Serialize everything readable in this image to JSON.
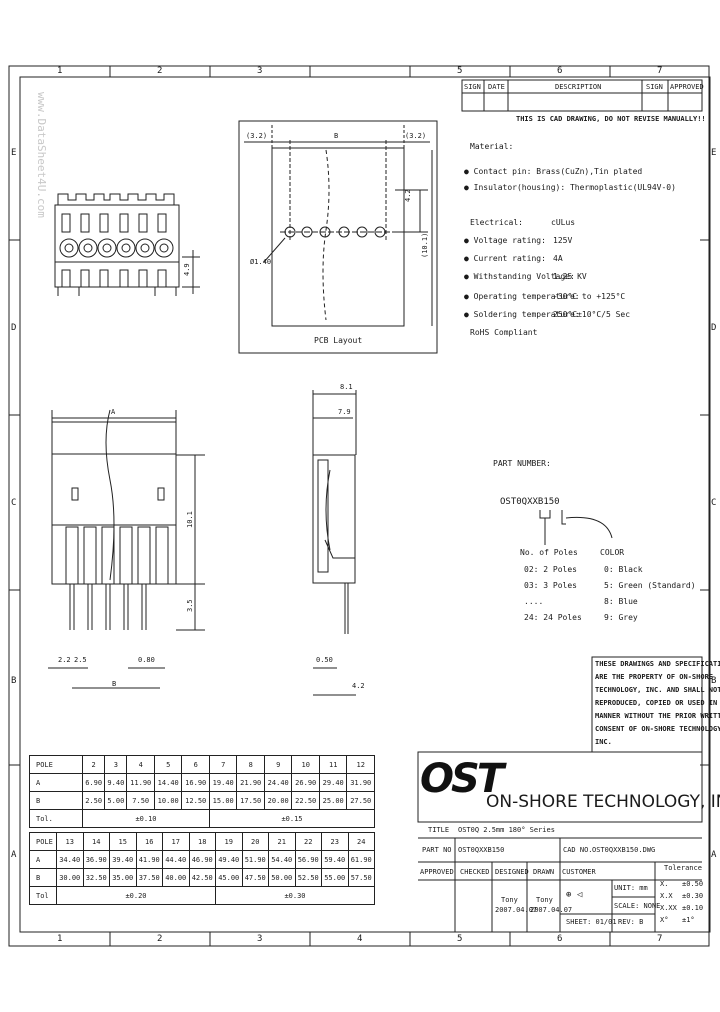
{
  "frame": {
    "col_labels": [
      "1",
      "2",
      "3",
      "4",
      "5",
      "6",
      "7"
    ],
    "row_labels": [
      "E",
      "D",
      "C",
      "B",
      "A"
    ],
    "watermark": "www.DataSheet4U.com"
  },
  "revision_table": {
    "headers": [
      "SIGN",
      "DATE",
      "DESCRIPTION",
      "SIGN",
      "APPROVED"
    ]
  },
  "notice": "THIS IS CAD DRAWING, DO NOT REVISE MANUALLY!!",
  "material": {
    "heading": "Material:",
    "contact": "Contact pin: Brass(CuZn),Tin plated",
    "insulator": "Insulator(housing): Thermoplastic(UL94V-0)"
  },
  "electrical": {
    "heading": "Electrical:",
    "heading_value": "cULus",
    "rows": [
      {
        "label": "Voltage rating:",
        "value": "125V"
      },
      {
        "label": "Current rating:",
        "value": "4A"
      },
      {
        "label": "Withstanding Voltage:",
        "value": "1.25 KV"
      },
      {
        "label": "Operating temperature:",
        "value": "-30°C to +125°C"
      },
      {
        "label": "Soldering temperature:",
        "value": "250°C±10°C/5 Sec"
      }
    ],
    "rohs": "RoHS Compliant"
  },
  "pcb": {
    "caption": "PCB Layout",
    "dim_left": "(3.2)",
    "dim_b": "B",
    "dim_right": "(3.2)",
    "dim_42": "4.2",
    "dim_101": "(10.1)",
    "dim_hole": "Ø1.40"
  },
  "front_dims": {
    "a": "A",
    "h101": "10.1",
    "h35": "3.5",
    "p22": "2.2",
    "p25": "2.5",
    "w080": "0.80",
    "b": "B",
    "h49": "4.9"
  },
  "side_dims": {
    "w81": "8.1",
    "w79": "7.9",
    "w050": "0.50",
    "w42": "4.2"
  },
  "part_number": {
    "heading": "PART NUMBER:",
    "code": "OST0QXXB150",
    "poles_heading": "No. of Poles",
    "poles": [
      "02: 2 Poles",
      "03: 3 Poles",
      "....",
      "24: 24 Poles"
    ],
    "color_heading": "COLOR",
    "colors": [
      "0: Black",
      "5: Green (Standard)",
      "8: Blue",
      "9: Grey"
    ]
  },
  "disclaimer": [
    "THESE DRAWINGS AND SPECIFICATIONS",
    "ARE THE PROPERTY OF ON-SHORE",
    "TECHNOLOGY, INC. AND SHALL NOT BE",
    "REPRODUCED, COPIED OR USED IN ANY",
    "MANNER WITHOUT THE PRIOR WRITTEN",
    "CONSENT OF ON-SHORE TECHNOLOGY,",
    "INC."
  ],
  "dim_table": {
    "rows_top": [
      [
        "POLE",
        "2",
        "3",
        "4",
        "5",
        "6",
        "7",
        "8",
        "9",
        "10",
        "11",
        "12"
      ],
      [
        "A",
        "6.90",
        "9.40",
        "11.90",
        "14.40",
        "16.90",
        "19.40",
        "21.90",
        "24.40",
        "26.90",
        "29.40",
        "31.90"
      ],
      [
        "B",
        "2.50",
        "5.00",
        "7.50",
        "10.00",
        "12.50",
        "15.00",
        "17.50",
        "20.00",
        "22.50",
        "25.00",
        "27.50"
      ],
      [
        "Tol.",
        "±0.10",
        "±0.15"
      ]
    ],
    "rows_bottom": [
      [
        "POLE",
        "13",
        "14",
        "15",
        "16",
        "17",
        "18",
        "19",
        "20",
        "21",
        "22",
        "23",
        "24"
      ],
      [
        "A",
        "34.40",
        "36.90",
        "39.40",
        "41.90",
        "44.40",
        "46.90",
        "49.40",
        "51.90",
        "54.40",
        "56.90",
        "59.40",
        "61.90"
      ],
      [
        "B",
        "30.00",
        "32.50",
        "35.00",
        "37.50",
        "40.00",
        "42.50",
        "45.00",
        "47.50",
        "50.00",
        "52.50",
        "55.00",
        "57.50"
      ],
      [
        "Tol",
        "±0.20",
        "±0.30"
      ]
    ]
  },
  "title_block": {
    "company": "ON-SHORE TECHNOLOGY, INC.",
    "logo_text": "OST",
    "title_label": "TITLE",
    "title_value": "OST0Q 2.5mm 180° Series",
    "part_no_label": "PART NO",
    "part_no_value": "OST0QXXB150",
    "cad_label": "CAD NO.",
    "cad_value": "OST0QXXB150.DWG",
    "approved": "APPROVED",
    "checked": "CHECKED",
    "designed": "DESIGNED",
    "drawn": "DRAWN",
    "customer": "CUSTOMER",
    "tolerance": "Tolerance",
    "designer": "Tony",
    "designer_date": "2007.04.07",
    "drawer": "Tony",
    "drawer_date": "2007.04.07",
    "unit": "UNIT",
    "unit_value": "mm",
    "scale": "SCALE",
    "scale_value": "NONE",
    "sheet": "SHEET: 01/01",
    "rev": "REV:",
    "rev_value": "B",
    "tolerances": [
      {
        "k": "X.",
        "v": "±0.50"
      },
      {
        "k": "X.X",
        "v": "±0.30"
      },
      {
        "k": "X.XX",
        "v": "±0.10"
      },
      {
        "k": "X°",
        "v": "±1°"
      }
    ]
  }
}
